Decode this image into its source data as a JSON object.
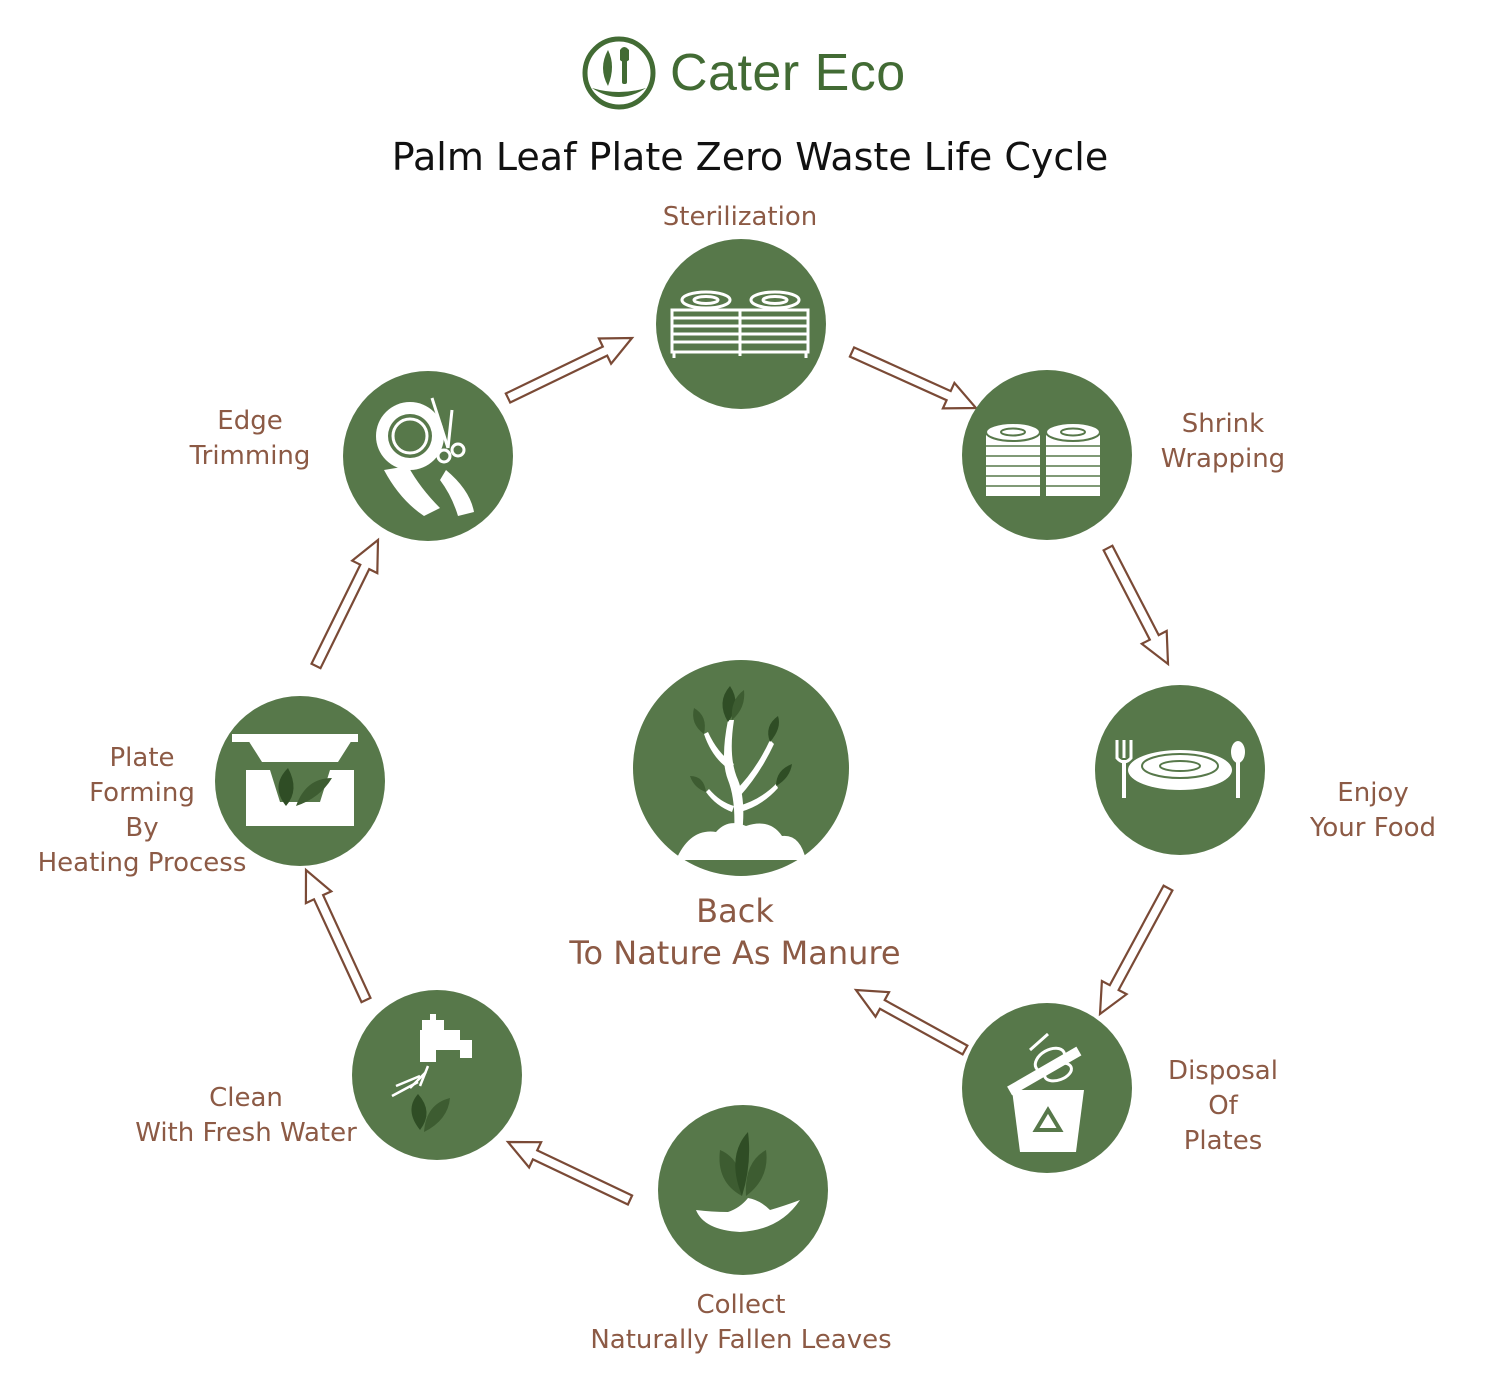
{
  "header": {
    "brand_name": "Cater Eco",
    "title": "Palm Leaf Plate Zero Waste Life Cycle"
  },
  "colors": {
    "circle_green": "#57784a",
    "icon_white": "#ffffff",
    "label_brown": "#8c5a45",
    "arrow_outline": "#7a4a36",
    "brand_green": "#426b34",
    "title_black": "#111111"
  },
  "steps": [
    {
      "label": [
        "Sterilization"
      ],
      "icon": "sterilization-racks-icon"
    },
    {
      "label": [
        "Shrink",
        "Wrapping"
      ],
      "icon": "shrink-wrapped-stacks-icon"
    },
    {
      "label": [
        "Enjoy",
        "Your Food"
      ],
      "icon": "plate-fork-spoon-icon"
    },
    {
      "label": [
        "Disposal",
        "Of",
        "Plates"
      ],
      "icon": "recycle-bin-icon"
    },
    {
      "label": [
        "Collect",
        "Naturally Fallen Leaves"
      ],
      "icon": "hand-holding-leaf-icon"
    },
    {
      "label": [
        "Clean",
        "With Fresh Water"
      ],
      "icon": "water-tap-icon"
    },
    {
      "label": [
        "Plate",
        "Forming",
        "By",
        "Heating Process"
      ],
      "icon": "heat-press-mold-icon"
    },
    {
      "label": [
        "Edge",
        "Trimming"
      ],
      "icon": "scissors-trimming-icon"
    }
  ],
  "center": {
    "label": [
      "Back",
      "To Nature As Manure"
    ],
    "icon": "sapling-in-soil-icon"
  }
}
